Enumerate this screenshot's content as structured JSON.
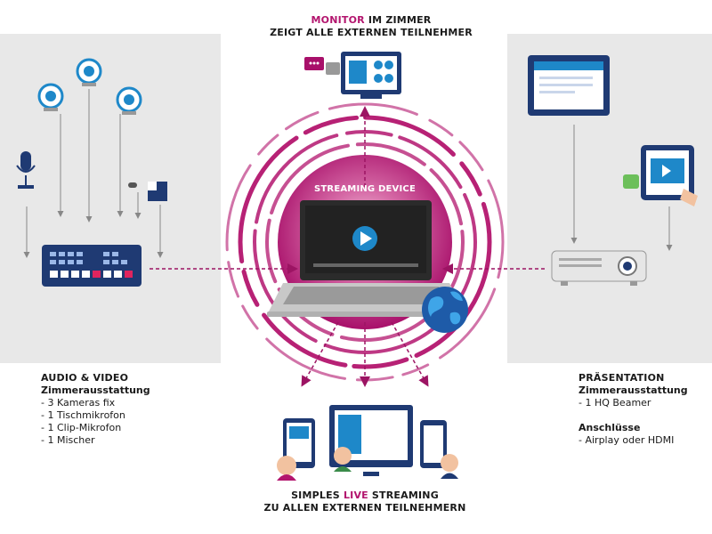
{
  "top_title": {
    "accent": "MONITOR",
    "rest": " IM ZIMMER",
    "line2": "ZEIGT ALLE EXTERNEN TEILNEHMER"
  },
  "streaming_device_label": "STREAMING DEVICE",
  "bottom_title": {
    "pre": "SIMPLES ",
    "accent": "LIVE",
    "post": " STREAMING",
    "line2": "ZU ALLEN EXTERNEN TEILNEHMERN"
  },
  "left_panel": {
    "heading": "AUDIO & VIDEO",
    "subheading": "Zimmerausstattung",
    "items": [
      "- 3 Kameras fix",
      "- 1 Tischmikrofon",
      "- 1 Clip-Mikrofon",
      "- 1 Mischer"
    ]
  },
  "right_panel": {
    "heading": "PRÄSENTATION",
    "subheading": "Zimmerausstattung",
    "items": [
      "- 1 HQ Beamer"
    ],
    "subheading2": "Anschlüsse",
    "items2": [
      "- Airplay oder HDMI"
    ]
  },
  "colors": {
    "accent": "#b3156e",
    "panel": "#e8e8e8",
    "navy": "#1f3a73",
    "screen_blue": "#1e88c9"
  },
  "icons": [
    "webcam-icon",
    "microphone-icon",
    "clip-microphone-icon",
    "audio-mixer-icon",
    "monitor-icon",
    "chat-bubbles-icon",
    "laptop-icon",
    "play-button-icon",
    "globe-icon",
    "projector-icon",
    "tablet-icon",
    "presentation-screen-icon",
    "participant-avatar-icon"
  ]
}
